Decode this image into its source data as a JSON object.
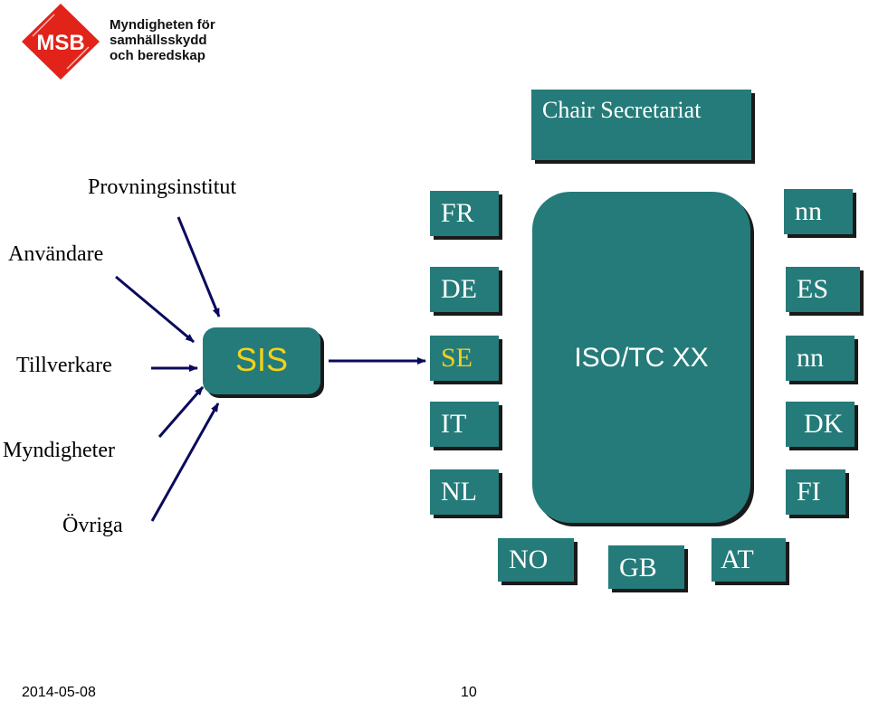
{
  "logo": {
    "mark": "MSB",
    "name_lines": [
      "Myndigheten för",
      "samhällsskydd",
      "och beredskap"
    ]
  },
  "sources": [
    "Provningsinstitut",
    "Användare",
    "Tillverkare",
    "Myndigheter",
    "Övriga"
  ],
  "hub": "SIS",
  "committee": {
    "label": "ISO/TC XX",
    "chair": "Chair Secretariat"
  },
  "members_left": [
    "FR",
    "DE",
    "SE",
    "IT",
    "NL"
  ],
  "members_right": [
    "nn",
    "ES",
    "nn",
    "DK",
    "FI"
  ],
  "members_bottom": [
    "NO",
    "GB",
    "AT"
  ],
  "colors": {
    "box_fill": "#257b79",
    "box_text": "#ffffff",
    "highlight_text": "#f2d21b",
    "arrow": "#0a0a5c",
    "logo_red": "#e2231a"
  },
  "footer": {
    "date": "2014-05-08",
    "page": "10"
  }
}
